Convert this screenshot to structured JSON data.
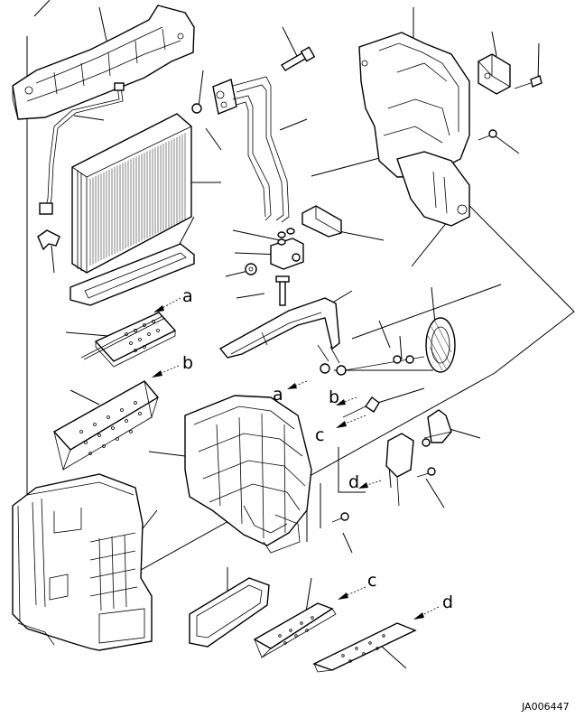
{
  "diagram": {
    "letter_labels": [
      "a",
      "b",
      "a",
      "b",
      "c",
      "d",
      "c",
      "d"
    ],
    "drawing_code": "JA006447"
  }
}
